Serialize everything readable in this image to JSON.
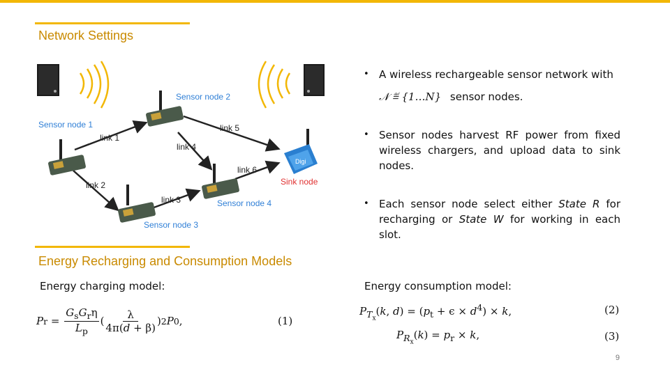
{
  "sections": {
    "network_settings": "Network Settings",
    "energy_models": "Energy Recharging and Consumption Models"
  },
  "diagram": {
    "sensor_node_1": "Sensor node 1",
    "sensor_node_2": "Sensor node 2",
    "sensor_node_3": "Sensor node 3",
    "sensor_node_4": "Sensor node 4",
    "sink_node": "Sink node",
    "link1": "link 1",
    "link2": "link 2",
    "link3": "link 3",
    "link4": "link 4",
    "link5": "link 5",
    "link6": "link 6",
    "xbee_text": "Digi"
  },
  "bullets": {
    "b1_line1": "A wireless rechargeable sensor network with",
    "b1_math": "𝒩 ≝ {1…N}",
    "b1_line2": "sensor nodes.",
    "b2": "Sensor nodes harvest RF power from fixed wireless chargers, and upload data to sink nodes.",
    "b3_a": "Each sensor node select either ",
    "b3_stateR": "State R",
    "b3_b": " for recharging or ",
    "b3_stateW": "State W",
    "b3_c": " for working in each slot."
  },
  "models": {
    "charging_label": "Energy charging model:",
    "consumption_label": "Energy consumption model:",
    "eq1_num": "(1)",
    "eq2_num": "(2)",
    "eq3_num": "(3)"
  },
  "page_number": "9",
  "colors": {
    "accent": "#f2b705",
    "title": "#c98a00",
    "node_label": "#2f7fd6",
    "sink_label": "#e03030"
  }
}
